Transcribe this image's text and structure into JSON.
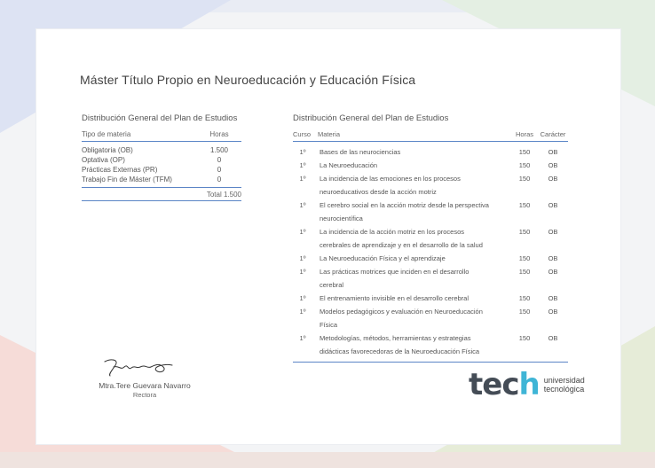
{
  "title": "Máster Título Propio en Neuroeducación y Educación Física",
  "left_table": {
    "heading": "Distribución General del Plan de Estudios",
    "col_type": "Tipo de materia",
    "col_hours": "Horas",
    "rows": [
      {
        "name": "Obligatoria (OB)",
        "hours": "1.500"
      },
      {
        "name": "Optativa (OP)",
        "hours": "0"
      },
      {
        "name": "Prácticas Externas (PR)",
        "hours": "0"
      },
      {
        "name": "Trabajo Fin de Máster (TFM)",
        "hours": "0"
      }
    ],
    "total": "Total 1.500"
  },
  "right_table": {
    "heading": "Distribución General del Plan de Estudios",
    "col_course": "Curso",
    "col_subject": "Materia",
    "col_hours": "Horas",
    "col_type": "Carácter",
    "rows": [
      {
        "course": "1º",
        "subject": "Bases de las neurociencias",
        "hours": "150",
        "type": "OB"
      },
      {
        "course": "1º",
        "subject": "La Neuroeducación",
        "hours": "150",
        "type": "OB"
      },
      {
        "course": "1º",
        "subject": "La incidencia de las emociones en los procesos",
        "hours": "150",
        "type": "OB"
      },
      {
        "course": "",
        "subject": "neuroeducativos desde la acción motriz",
        "hours": "",
        "type": ""
      },
      {
        "course": "1º",
        "subject": "El cerebro social en la acción motriz desde la perspectiva",
        "hours": "150",
        "type": "OB"
      },
      {
        "course": "",
        "subject": "neurocientífica",
        "hours": "",
        "type": ""
      },
      {
        "course": "1º",
        "subject": "La incidencia de la acción motriz en los procesos",
        "hours": "150",
        "type": "OB"
      },
      {
        "course": "",
        "subject": "cerebrales de aprendizaje y en el desarrollo de la salud",
        "hours": "",
        "type": ""
      },
      {
        "course": "1º",
        "subject": "La Neuroeducación Física y el aprendizaje",
        "hours": "150",
        "type": "OB"
      },
      {
        "course": "1º",
        "subject": "Las prácticas motrices que inciden en el desarrollo",
        "hours": "150",
        "type": "OB"
      },
      {
        "course": "",
        "subject": "cerebral",
        "hours": "",
        "type": ""
      },
      {
        "course": "1º",
        "subject": "El entrenamiento invisible en el desarrollo cerebral",
        "hours": "150",
        "type": "OB"
      },
      {
        "course": "1º",
        "subject": "Modelos pedagógicos y evaluación en Neuroeducación",
        "hours": "150",
        "type": "OB"
      },
      {
        "course": "",
        "subject": "Física",
        "hours": "",
        "type": ""
      },
      {
        "course": "1º",
        "subject": "Metodologías, métodos, herramientas y estrategias",
        "hours": "150",
        "type": "OB"
      },
      {
        "course": "",
        "subject": "didácticas favorecedoras de la Neuroeducación Física",
        "hours": "",
        "type": ""
      }
    ]
  },
  "signature": {
    "name": "Mtra.Tere Guevara Navarro",
    "role": "Rectora"
  },
  "logo": {
    "word_start": "tec",
    "word_end": "h",
    "line1": "universidad",
    "line2": "tecnológica"
  },
  "colors": {
    "accent_line": "#5b85c6",
    "logo_h": "#3fb5d6",
    "logo_text": "#444c56"
  }
}
